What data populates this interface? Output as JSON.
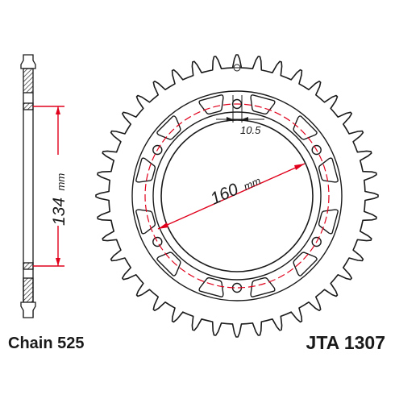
{
  "labels": {
    "chain": "Chain 525",
    "part_number": "JTA 1307"
  },
  "dimensions": {
    "hub_width": "134",
    "hub_width_unit": "mm",
    "pcd": "160",
    "pcd_unit": "mm",
    "bolt_hole": "10.5"
  },
  "sprocket": {
    "teeth": 40,
    "bolt_holes": 6,
    "lightening_holes": 12
  },
  "colors": {
    "outline": "#1a1a1a",
    "dimension": "#e0001b",
    "hatch_fill": "#ffffff"
  }
}
